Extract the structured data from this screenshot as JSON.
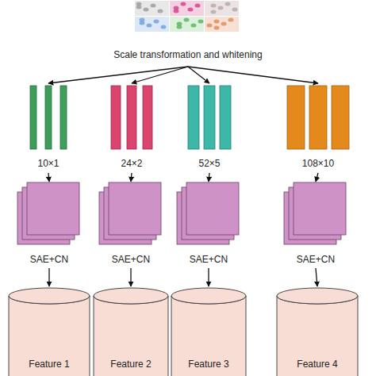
{
  "diagram": {
    "nodes": [
      {
        "text": [
          "Scale transformation and whitening"
        ]
      },
      {
        "text": [
          "10×1"
        ]
      },
      {
        "text": [
          "24×2"
        ]
      },
      {
        "text": [
          "52×5"
        ]
      },
      {
        "text": [
          "108×10"
        ]
      },
      {
        "text": [
          "SAE+CN"
        ]
      },
      {
        "text": [
          "SAE+CN"
        ]
      },
      {
        "text": [
          "SAE+CN"
        ]
      },
      {
        "text": [
          "SAE+CN"
        ]
      },
      {
        "text": [
          "Feature 1"
        ]
      },
      {
        "text": [
          "Feature 2"
        ]
      },
      {
        "text": [
          "Feature 3"
        ]
      },
      {
        "text": [
          "Feature 4"
        ]
      }
    ],
    "edges": [
      {
        "from": 0,
        "to": 1,
        "arrow": "to"
      },
      {
        "from": 0,
        "to": 2,
        "arrow": "to"
      },
      {
        "from": 0,
        "to": 3,
        "arrow": "to"
      },
      {
        "from": 0,
        "to": 4,
        "arrow": "to"
      },
      {
        "from": 1,
        "to": 5,
        "arrow": "to"
      },
      {
        "from": 2,
        "to": 6,
        "arrow": "to"
      },
      {
        "from": 3,
        "to": 7,
        "arrow": "to"
      },
      {
        "from": 4,
        "to": 8,
        "arrow": "to"
      },
      {
        "from": 5,
        "to": 9,
        "arrow": "to"
      },
      {
        "from": 6,
        "to": 10,
        "arrow": "to"
      },
      {
        "from": 7,
        "to": 11,
        "arrow": "to"
      },
      {
        "from": 8,
        "to": 12,
        "arrow": "to"
      }
    ]
  }
}
